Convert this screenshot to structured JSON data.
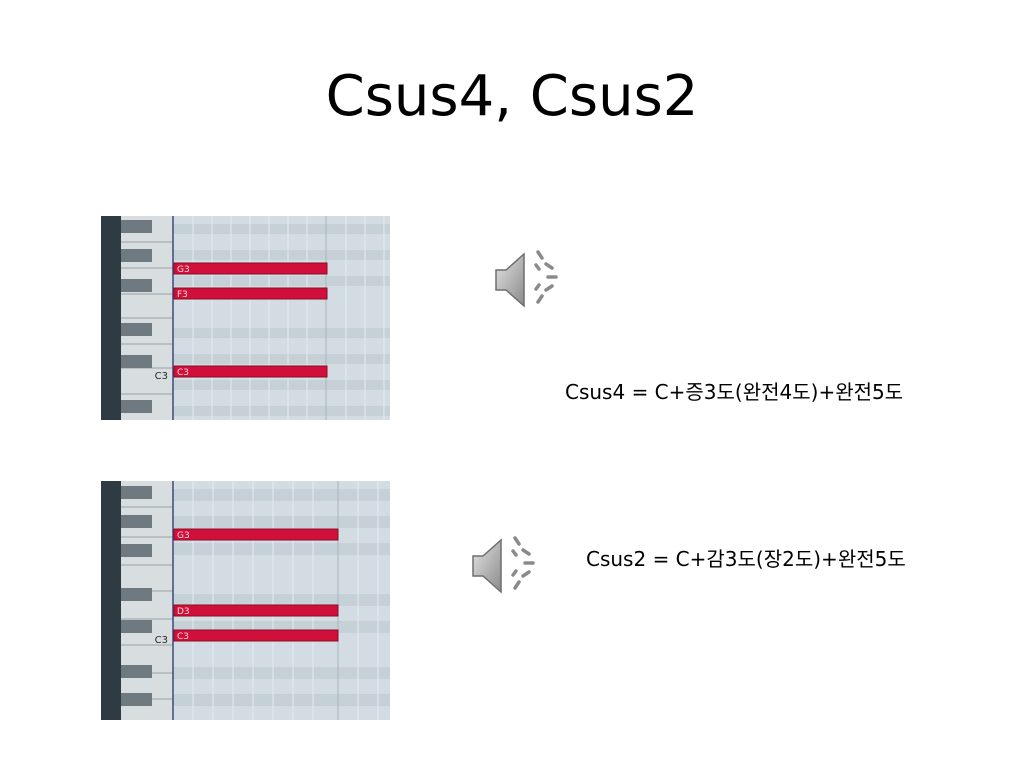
{
  "slide": {
    "title": "Csus4, Csus2"
  },
  "rolls": [
    {
      "row_label": "C3",
      "notes": [
        {
          "label": "G3"
        },
        {
          "label": "F3"
        },
        {
          "label": "C3"
        }
      ]
    },
    {
      "row_label": "C3",
      "notes": [
        {
          "label": "G3"
        },
        {
          "label": "D3"
        },
        {
          "label": "C3"
        }
      ]
    }
  ],
  "formulas": [
    "Csus4 = C+증3도(완전4도)+완전5도",
    "Csus2 = C+감3도(장2도)+완전5도"
  ],
  "icons": {
    "speaker": "speaker-icon"
  },
  "colors": {
    "note_fill": "#d0103a",
    "note_border": "#8c0a26",
    "grid_bg": "#d3dce2",
    "keyboard_dark": "#2f3b42"
  }
}
